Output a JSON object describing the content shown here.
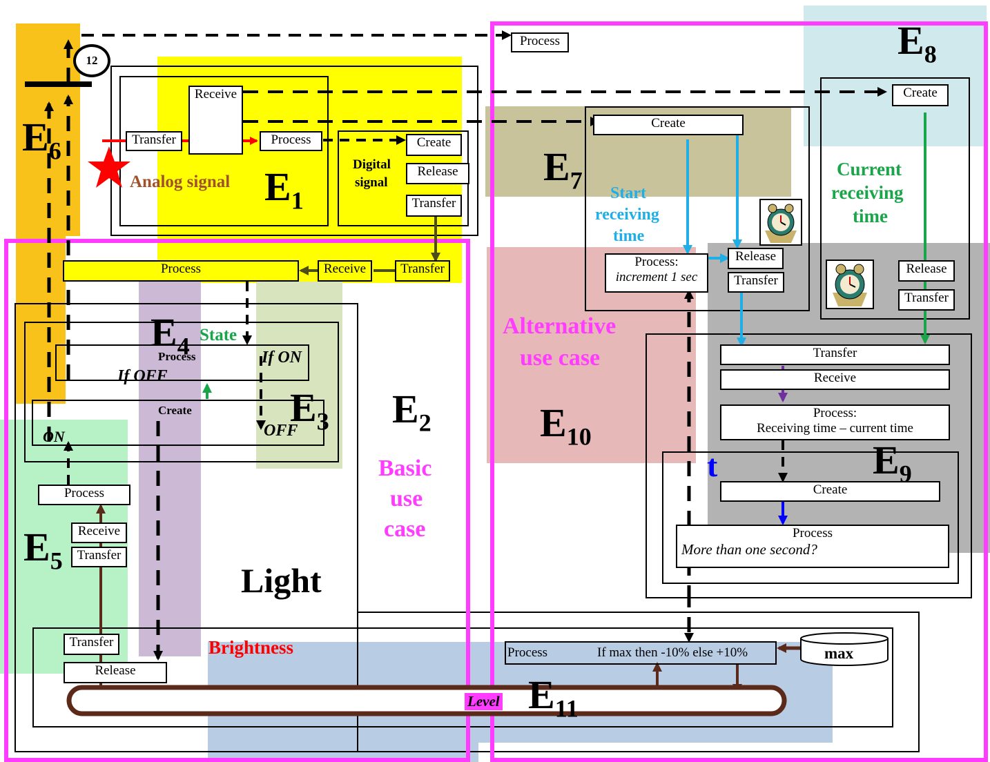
{
  "colors": {
    "yellow": "#ffff00",
    "orange": "#f8c21a",
    "green_light": "#b6f2c6",
    "purple_light": "#cbb9d6",
    "olive_light": "#d7e4bd",
    "khaki": "#c9c39b",
    "pink_light": "#e6b8b7",
    "gray": "#b3b3b3",
    "light_blue": "#cfe9ed",
    "steel_blue": "#b8cce4",
    "magenta": "#ff3cff",
    "brown": "#5c2a1a"
  },
  "icons": [
    "star-icon",
    "alarm-clock-icon",
    "database-icon"
  ],
  "badge": "12",
  "regions": {
    "E1": {
      "letter": "E",
      "sub": "1"
    },
    "E2": {
      "letter": "E",
      "sub": "2"
    },
    "E3": {
      "letter": "E",
      "sub": "3"
    },
    "E4": {
      "letter": "E",
      "sub": "4"
    },
    "E5": {
      "letter": "E",
      "sub": "5"
    },
    "E6": {
      "letter": "E",
      "sub": "6"
    },
    "E7": {
      "letter": "E",
      "sub": "7"
    },
    "E8": {
      "letter": "E",
      "sub": "8"
    },
    "E9": {
      "letter": "E",
      "sub": "9"
    },
    "E10": {
      "letter": "E",
      "sub": "10"
    },
    "E11": {
      "letter": "E",
      "sub": "11"
    }
  },
  "labels": {
    "analog_signal": "Analog signal",
    "digital_signal_1": "Digital",
    "digital_signal_2": "signal",
    "state": "State",
    "if_on": "If ON",
    "if_off": "If OFF",
    "off": "OFF",
    "on": "ON",
    "basic_1": "Basic",
    "basic_2": "use",
    "basic_3": "case",
    "light": "Light",
    "brightness": "Brightness",
    "level": "Level",
    "alternative_1": "Alternative",
    "alternative_2": "use case",
    "start_1": "Start",
    "start_2": "receiving",
    "start_3": "time",
    "current_1": "Current",
    "current_2": "receiving",
    "current_3": "time",
    "t": "t",
    "max": "max"
  },
  "boxes": {
    "process_top": "Process",
    "create_e8": "Create",
    "receive_e1": "Receive",
    "transfer_e1": "Transfer",
    "process_e1": "Process",
    "create_digital": "Create",
    "release_digital": "Release",
    "transfer_digital": "Transfer",
    "create_e7": "Create",
    "process_increment_1": "Process:",
    "process_increment_2": "increment 1 sec",
    "release_e7": "Release",
    "transfer_e7": "Transfer",
    "release_e8": "Release",
    "transfer_e8": "Transfer",
    "process_state": "Process",
    "receive_state": "Receive",
    "transfer_state": "Transfer",
    "process_e4": "Process",
    "create_e3": "Create",
    "process_e5": "Process",
    "receive_e5": "Receive",
    "transfer_e5": "Transfer",
    "transfer_e9": "Transfer",
    "receive_e9": "Receive",
    "process_e9_1": "Process:",
    "process_e9_2": "Receiving time – current time",
    "create_e9": "Create",
    "process_more_1": "Process",
    "process_more_2": "More than one second?",
    "transfer_e11": "Transfer",
    "release_e11": "Release",
    "process_e11": "Process",
    "process_e11_rule": "If max then -10% else +10%"
  }
}
